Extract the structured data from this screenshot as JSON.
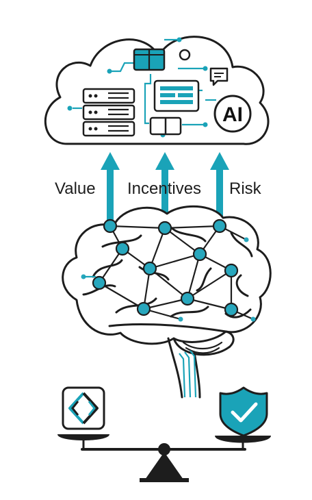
{
  "labels": {
    "left": "Value",
    "center": "Incentives",
    "right": "Risk"
  },
  "cloud": {
    "badge": "AI",
    "icons": [
      "database-icon",
      "server-rack-icon",
      "dashboard-screen-icon",
      "chat-bubble-icon",
      "book-icon",
      "ai-badge-icon"
    ]
  },
  "brain": {
    "icons": [
      "brain-icon",
      "neural-network-icon"
    ]
  },
  "scale": {
    "left_icon": "code-chip-icon",
    "right_icon": "shield-check-icon"
  },
  "colors": {
    "accent": "#1aa3b8",
    "ink": "#1d1d1d",
    "node": "#28a7bd"
  }
}
